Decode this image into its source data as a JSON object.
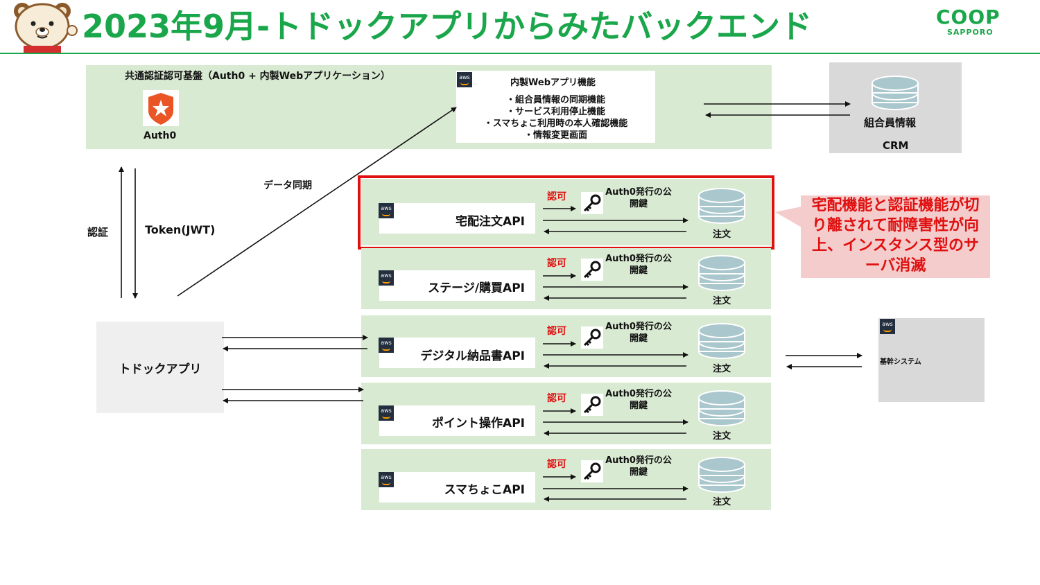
{
  "header": {
    "title": "2023年9月-トドックアプリからみたバックエンド",
    "logo_main": "COOP",
    "logo_sub": "SAPPORO"
  },
  "auth_platform": {
    "label": "共通認証認可基盤（Auth0 + 内製Webアプリケーション）",
    "auth0_label": "Auth0",
    "webapp": {
      "title": "内製Webアプリ機能",
      "features": [
        "・組合員情報の同期機能",
        "・サービス利用停止機能",
        "・スマちょこ利用時の本人確認機能",
        "・情報変更画面"
      ]
    }
  },
  "crm": {
    "db_label": "組合員情報",
    "system_label": "CRM"
  },
  "flows": {
    "auth_label": "認証",
    "token_label": "Token(JWT)",
    "sync_label": "データ同期"
  },
  "app": {
    "label": "トドックアプリ"
  },
  "apis": [
    {
      "name": "宅配注文API",
      "auth": "認可",
      "key_label": "Auth0発行の公開鍵",
      "db": "注文"
    },
    {
      "name": "ステージ/購買API",
      "auth": "認可",
      "key_label": "Auth0発行の公開鍵",
      "db": "注文"
    },
    {
      "name": "デジタル納品書API",
      "auth": "認可",
      "key_label": "Auth0発行の公開鍵",
      "db": "注文"
    },
    {
      "name": "ポイント操作API",
      "auth": "認可",
      "key_label": "Auth0発行の公開鍵",
      "db": "注文"
    },
    {
      "name": "スマちょこAPI",
      "auth": "認可",
      "key_label": "Auth0発行の公開鍵",
      "db": "注文"
    }
  ],
  "core_system": {
    "label": "基幹システム"
  },
  "callout": {
    "text": "宅配機能と認証機能が切り離されて耐障害性が向上、インスタンス型のサーバ消滅"
  },
  "aws_badge_text": "aws",
  "colors": {
    "accent_green": "#1aa64a",
    "panel_green": "#d9ead3",
    "highlight_red": "#e01010",
    "callout_bg": "#f4cccc"
  }
}
